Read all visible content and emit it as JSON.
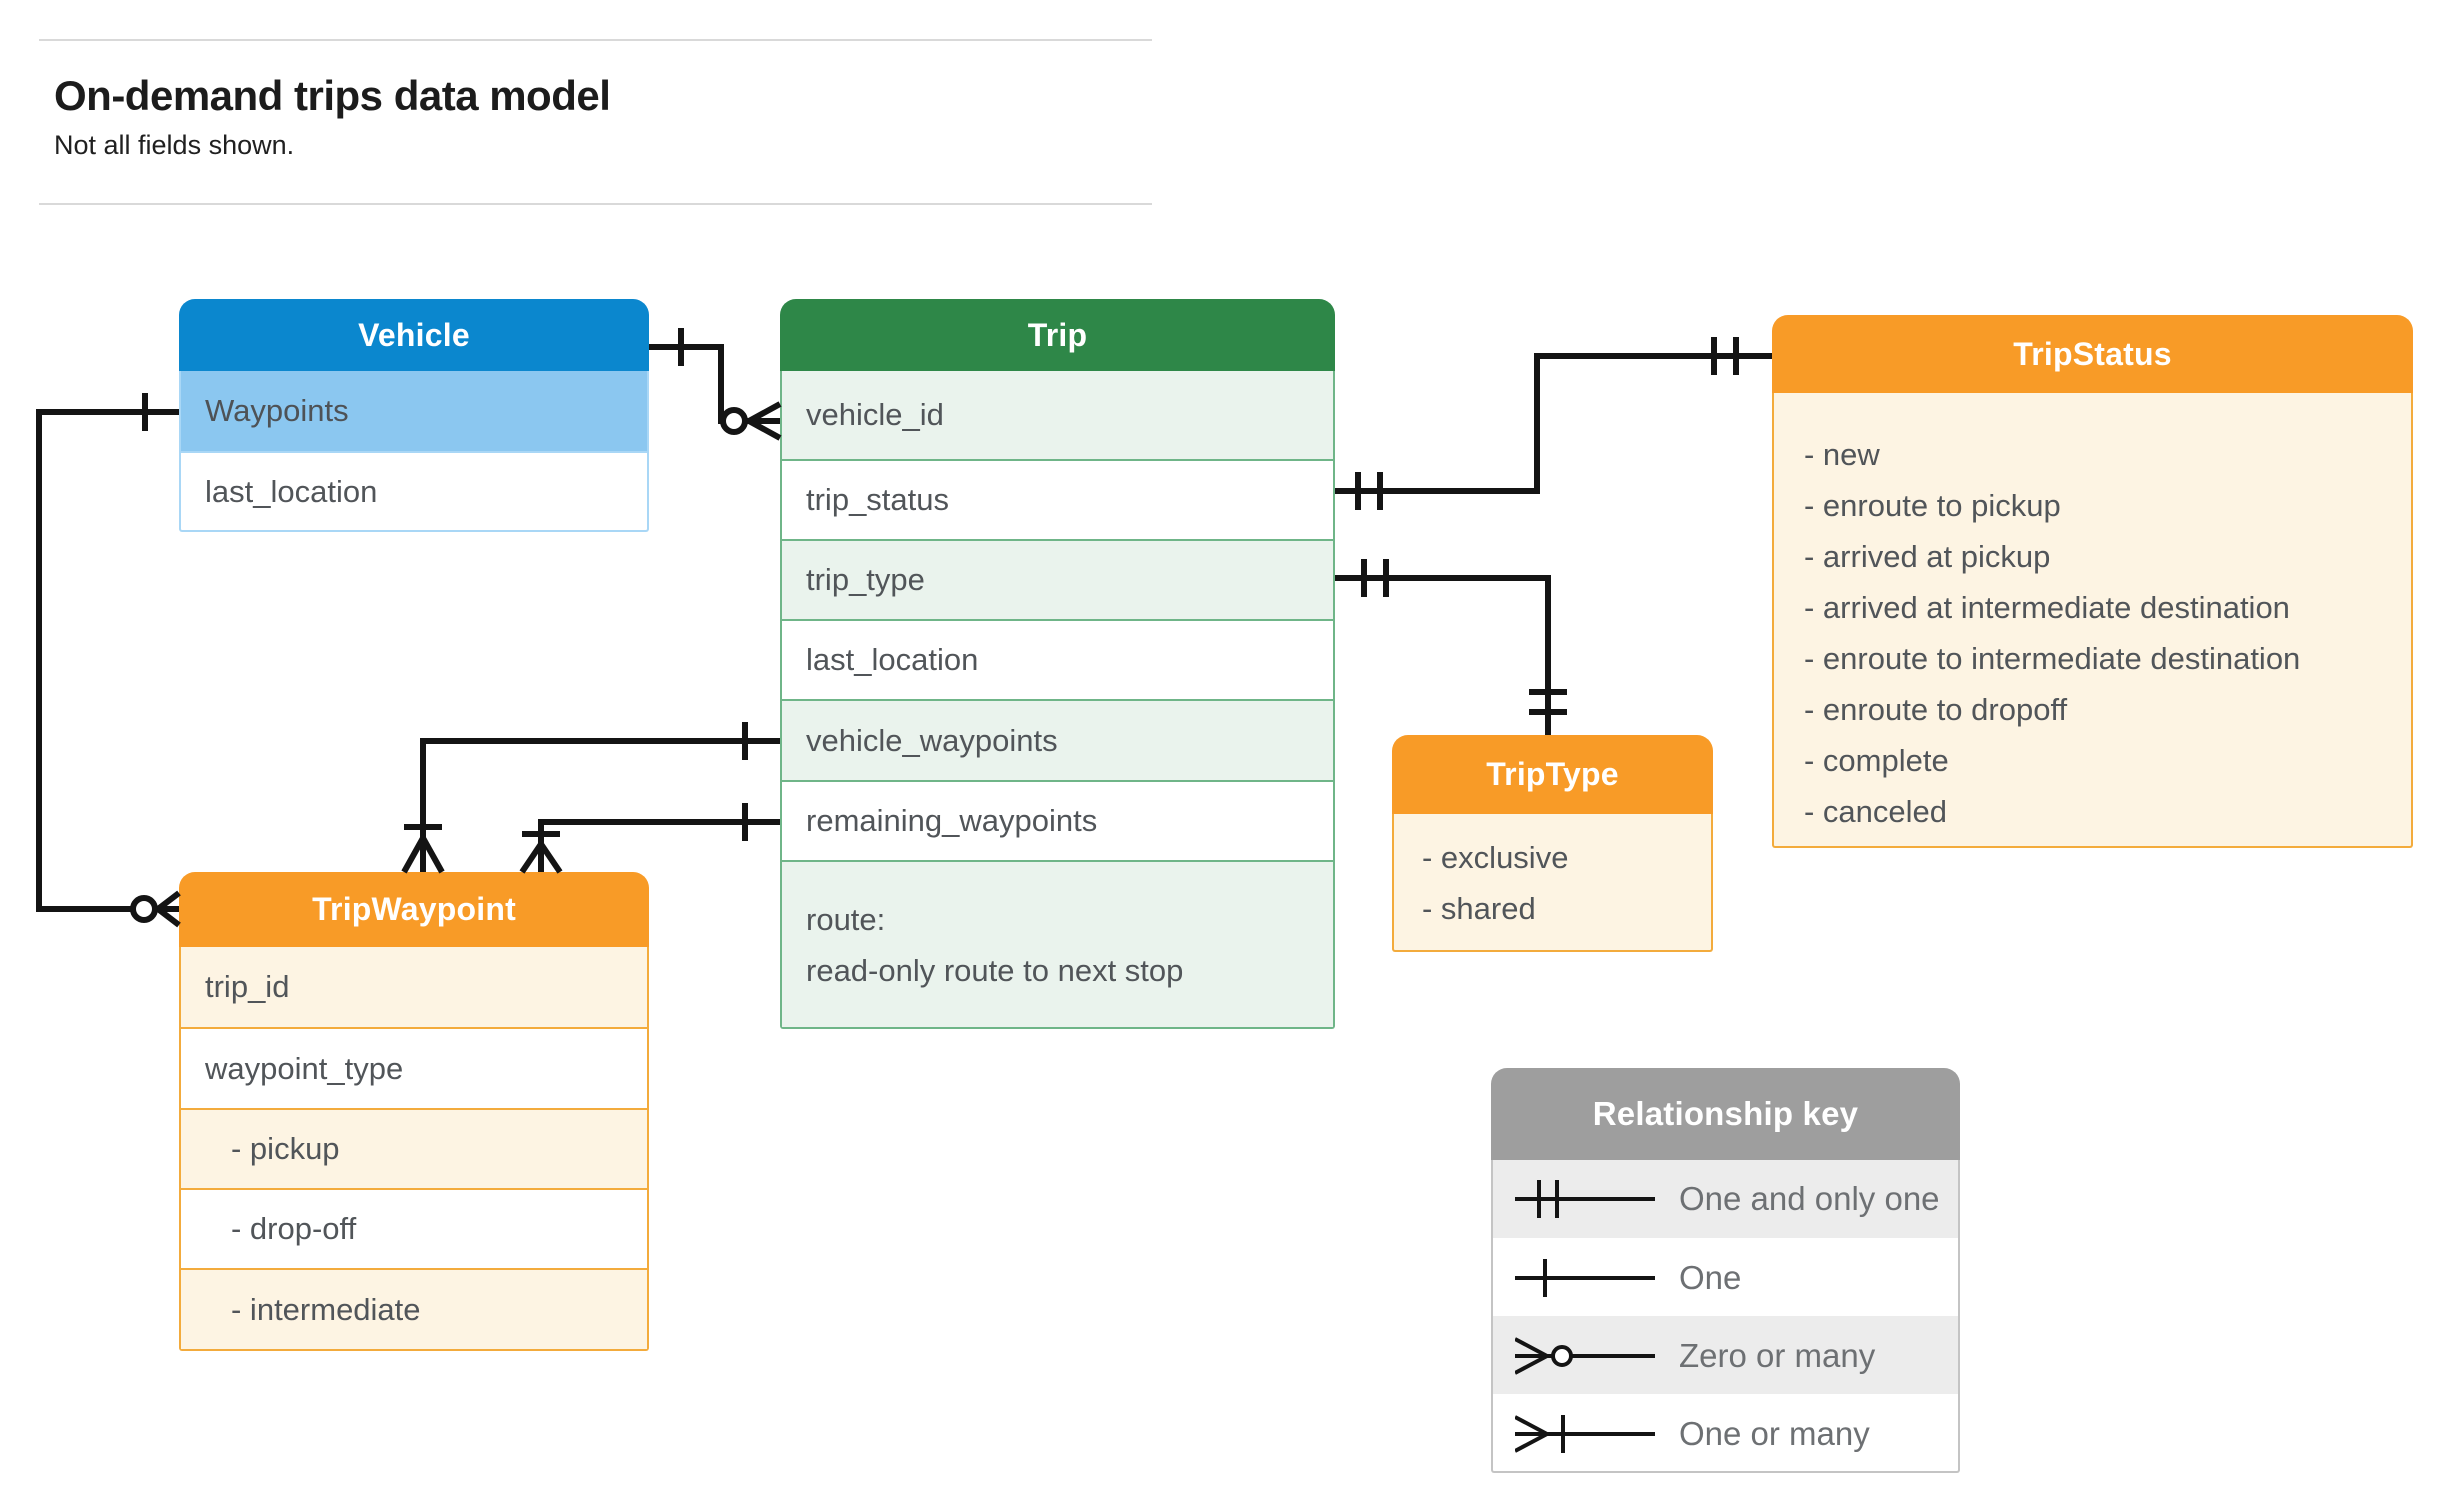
{
  "page": {
    "title": "On-demand trips data model",
    "subtitle": "Not all fields shown."
  },
  "colors": {
    "vehicle_header": "#0b87ce",
    "vehicle_highlight_row": "#8bc7f0",
    "trip_header": "#2e8748",
    "trip_row_tint": "#eaf3ed",
    "orange_header": "#f89b27",
    "orange_body": "#fdf4e3",
    "key_header": "#9e9e9e",
    "key_row_tint": "#ececec",
    "connector": "#141414",
    "row_text": "#515559"
  },
  "entities": {
    "vehicle": {
      "title": "Vehicle",
      "rows": [
        {
          "label": "Waypoints"
        },
        {
          "label": "last_location"
        }
      ]
    },
    "trip": {
      "title": "Trip",
      "rows": [
        {
          "label": "vehicle_id"
        },
        {
          "label": "trip_status"
        },
        {
          "label": "trip_type"
        },
        {
          "label": "last_location"
        },
        {
          "label": "vehicle_waypoints"
        },
        {
          "label": "remaining_waypoints"
        },
        {
          "label": "route:",
          "sublabel": "read-only route to next stop"
        }
      ]
    },
    "tripStatus": {
      "title": "TripStatus",
      "items": [
        "- new",
        "- enroute to pickup",
        "- arrived at pickup",
        "- arrived at intermediate destination",
        "- enroute to intermediate destination",
        "- enroute to dropoff",
        "- complete",
        "- canceled"
      ]
    },
    "tripType": {
      "title": "TripType",
      "items": [
        "- exclusive",
        "- shared"
      ]
    },
    "tripWaypoint": {
      "title": "TripWaypoint",
      "rows": [
        {
          "label": "trip_id"
        },
        {
          "label": "waypoint_type"
        },
        {
          "label": "- pickup"
        },
        {
          "label": "- drop-off"
        },
        {
          "label": "- intermediate"
        }
      ]
    }
  },
  "legend": {
    "title": "Relationship key",
    "rows": [
      {
        "symbol": "one-and-only-one",
        "label": "One and only one"
      },
      {
        "symbol": "one",
        "label": "One"
      },
      {
        "symbol": "zero-or-many",
        "label": "Zero or many"
      },
      {
        "symbol": "one-or-many",
        "label": "One or many"
      }
    ]
  }
}
